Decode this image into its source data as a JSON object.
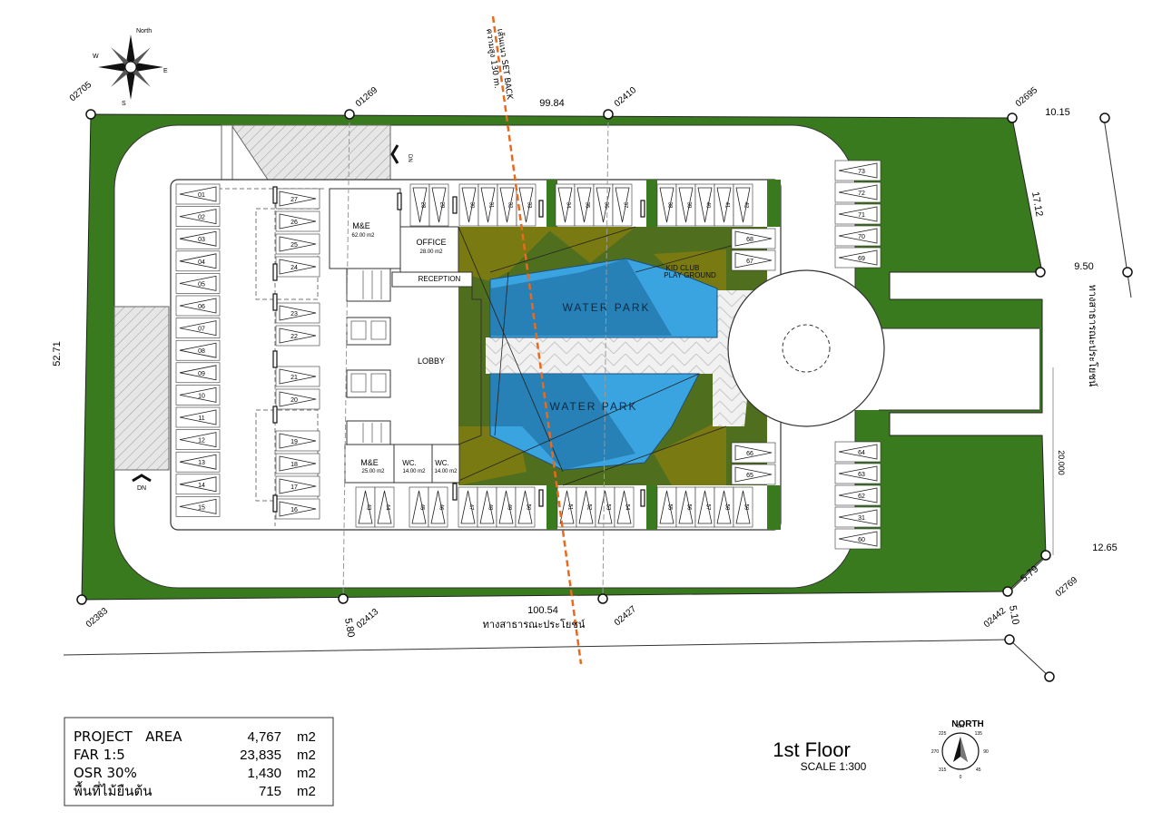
{
  "sheet": {
    "title": "1st Floor",
    "scale": "SCALE 1:300",
    "north_label": "NORTH",
    "north_degrees": [
      "135",
      "90",
      "45",
      "0",
      "315",
      "270",
      "225",
      "180"
    ],
    "compass_letters": {
      "n": "North",
      "w": "W",
      "e": "E",
      "s": "S"
    }
  },
  "setback": {
    "line1": "เส้นแนว SET BACK",
    "line2": "ความสูง 130 m."
  },
  "boundary_points": [
    "02705",
    "01269",
    "02410",
    "02695",
    "02383",
    "02413",
    "02427",
    "02442",
    "02769"
  ],
  "dimensions": [
    "99.84",
    "10.15",
    "17.12",
    "9.50",
    "52.71",
    "20.000",
    "12.65",
    "5.79",
    "5.10",
    "5.80",
    "100.54"
  ],
  "road_labels": [
    "ทางสาธารณะประโยชน์",
    "ทางสาธารณะประโยชน์"
  ],
  "rooms": {
    "me_top": {
      "name": "M&E",
      "area": "62.00 m2"
    },
    "office": {
      "name": "OFFICE",
      "area": "28.00 m2"
    },
    "reception": "RECEPTION",
    "lobby": "LOBBY",
    "me_bottom": {
      "name": "M&E",
      "area": "25.00 m2"
    },
    "wc1": {
      "name": "WC.",
      "area": "14.00 m2"
    },
    "wc2": {
      "name": "WC.",
      "area": "14.00 m2"
    },
    "kid_club": {
      "line1": "KID CLUB",
      "line2": "PLAY GROUND"
    },
    "water_park_1": "WATER PARK",
    "water_park_2": "WATER PARK"
  },
  "ramp_labels": {
    "top": "DN",
    "left": "DN"
  },
  "parking": {
    "left_col": [
      "01",
      "02",
      "03",
      "04",
      "05",
      "06",
      "07",
      "08",
      "09",
      "10",
      "11",
      "12",
      "13",
      "14",
      "15"
    ],
    "mid_col": [
      "27",
      "26",
      "25",
      "24",
      "23",
      "22",
      "21",
      "20",
      "19",
      "18",
      "17",
      "16"
    ],
    "top_row": [
      "28",
      "29",
      "30",
      "31",
      "32",
      "33",
      "34",
      "35",
      "36",
      "37",
      "38",
      "39",
      "40",
      "41",
      "42"
    ],
    "bottom_row": [
      "43",
      "44",
      "45",
      "46",
      "47",
      "48",
      "49",
      "50",
      "51",
      "52",
      "53",
      "54",
      "55",
      "56",
      "57",
      "58",
      "59"
    ],
    "right_upper": [
      "68",
      "67"
    ],
    "right_lower": [
      "66",
      "65"
    ],
    "far_right_top": [
      "73",
      "72",
      "71",
      "70",
      "69"
    ],
    "far_right_bottom": [
      "64",
      "63",
      "62",
      "31",
      "60"
    ]
  },
  "area_table": {
    "rows": [
      {
        "label": "PROJECT   AREA",
        "value": "4,767",
        "unit": "m2"
      },
      {
        "label": "FAR 1:5",
        "value": "23,835",
        "unit": "m2"
      },
      {
        "label": "OSR 30%",
        "value": "1,430",
        "unit": "m2"
      },
      {
        "label": "พื้นที่ไม้ยืนต้น",
        "value": "715",
        "unit": "m2"
      }
    ]
  },
  "colors": {
    "green": "#3a7a1e",
    "dark_green": "#4f6e1e",
    "olive": "#7a7a12",
    "water_light": "#3aa4e0",
    "water_dark": "#2274a8",
    "setback_line": "#e86a1e"
  }
}
